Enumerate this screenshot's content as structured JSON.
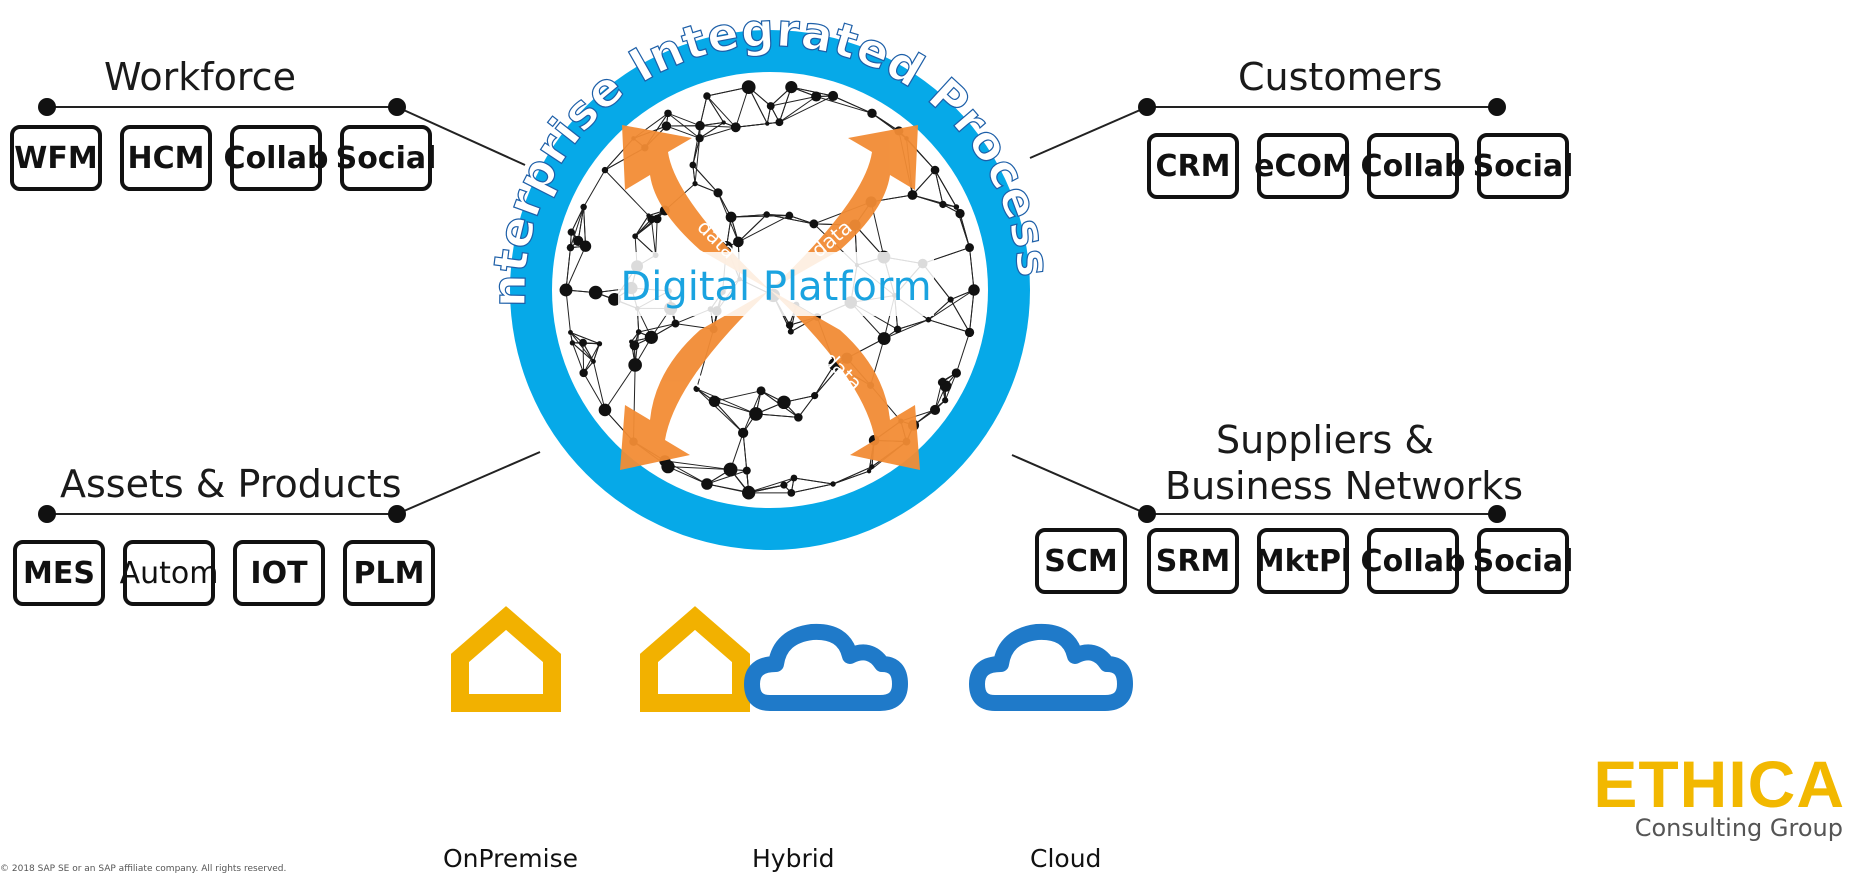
{
  "center": {
    "ring_text": "Enterprise Integrated Processes",
    "platform_label": "Digital Platform",
    "flow_labels": [
      "data",
      "data",
      "data",
      "data"
    ]
  },
  "groups": {
    "workforce": {
      "title": "Workforce",
      "items": [
        "WFM",
        "HCM",
        "Collab",
        "Social"
      ]
    },
    "customers": {
      "title": "Customers",
      "items": [
        "CRM",
        "eCOM",
        "Collab",
        "Social"
      ]
    },
    "assets": {
      "title": "Assets & Products",
      "items": [
        "MES",
        "Autom",
        "IOT",
        "PLM"
      ]
    },
    "suppliers": {
      "title_line1": "Suppliers &",
      "title_line2": "Business Networks",
      "items": [
        "SCM",
        "SRM",
        "MktPl",
        "Collab",
        "Social"
      ]
    }
  },
  "deployment": {
    "onpremise": "OnPremise",
    "hybrid": "Hybrid",
    "cloud": "Cloud"
  },
  "logo": {
    "main": "ETHICA",
    "sub": "Consulting Group"
  },
  "footer": {
    "copyright": "© 2018 SAP SE or an SAP affiliate company. All rights reserved."
  },
  "colors": {
    "ring": "#06a9e8",
    "arrows": "#f28c35",
    "mesh": "#111111",
    "house": "#f2b100",
    "cloud": "#1f7ac9",
    "logo": "#f2b800"
  },
  "icons": {
    "onpremise": "house-icon",
    "hybrid": "house-cloud-icon",
    "cloud": "cloud-icon"
  }
}
